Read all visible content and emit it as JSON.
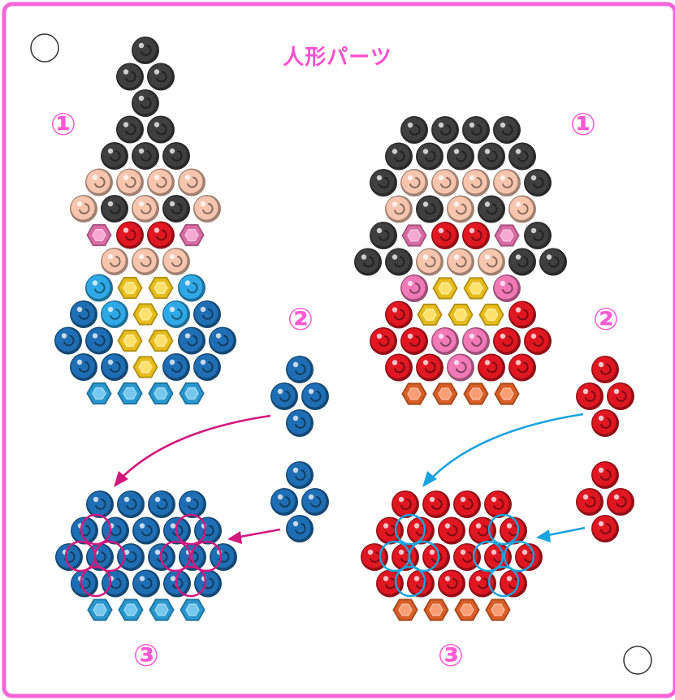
{
  "title": "人形パーツ",
  "step_labels": [
    "①",
    "②",
    "③"
  ],
  "colors": {
    "frame": "#f764d9",
    "label_pink": "#ff5ad3",
    "black_bead": "#3f3f3f",
    "skin_bead": "#f6c5ad",
    "red_bead": "#e01722",
    "pink_bead": "#f079b6",
    "light_blue_bead": "#2ea9e6",
    "blue_bead": "#1f6eb3",
    "yellow_bead": "#ffd21e",
    "orange_bead": "#f26a2a",
    "arrow_magenta": "#d2177d",
    "arrow_blue": "#1aa4df"
  },
  "bead_legend": {
    "K": "black round bead",
    "S": "skin round bead",
    "R": "red round bead",
    "P": "pink round bead",
    "L": "light blue round bead",
    "B": "blue round bead",
    "PH": "pink hexagon bead",
    "YH": "yellow hexagon bead",
    "LH": "light blue hexagon bead",
    "OH": "orange hexagon bead"
  },
  "left_figure": {
    "step1_rows": [
      [
        "K"
      ],
      [
        "K",
        "K"
      ],
      [
        "K"
      ],
      [
        "K",
        "K"
      ],
      [
        "K",
        "K",
        "K"
      ],
      [
        "S",
        "S",
        "S",
        "S"
      ],
      [
        "S",
        "K",
        "S",
        "K",
        "S"
      ],
      [
        "PH",
        "R",
        "R",
        "PH"
      ],
      [
        "S",
        "S",
        "S"
      ],
      [
        "L",
        "YH",
        "YH",
        "L"
      ],
      [
        "B",
        "L",
        "YH",
        "L",
        "B"
      ],
      [
        "B",
        "B",
        "YH",
        "YH",
        "B",
        "B"
      ],
      [
        "B",
        "B",
        "YH",
        "B",
        "B"
      ],
      [
        "LH",
        "LH",
        "LH",
        "LH"
      ]
    ],
    "step2_cluster": [
      "B",
      "B",
      "B",
      "B"
    ],
    "step3_rows": [
      [
        "B",
        "B",
        "B",
        "B"
      ],
      [
        "B",
        "B",
        "B",
        "B",
        "B"
      ],
      [
        "B",
        "B",
        "B",
        "B",
        "B",
        "B"
      ],
      [
        "B",
        "B",
        "B",
        "B",
        "B"
      ],
      [
        "LH",
        "LH",
        "LH",
        "LH"
      ]
    ]
  },
  "right_figure": {
    "step1_rows": [
      [
        "K",
        "K",
        "K",
        "K"
      ],
      [
        "K",
        "K",
        "K",
        "K",
        "K"
      ],
      [
        "K",
        "S",
        "S",
        "S",
        "S",
        "K"
      ],
      [
        "S",
        "K",
        "S",
        "K",
        "S"
      ],
      [
        "K",
        "PH",
        "R",
        "R",
        "PH",
        "K"
      ],
      [
        "K",
        "K",
        "S",
        "S",
        "S",
        "K",
        "K"
      ],
      [
        "P",
        "YH",
        "YH",
        "P"
      ],
      [
        "R",
        "YH",
        "YH",
        "YH",
        "R"
      ],
      [
        "R",
        "R",
        "P",
        "P",
        "R",
        "R"
      ],
      [
        "R",
        "R",
        "P",
        "R",
        "R"
      ],
      [
        "OH",
        "OH",
        "OH",
        "OH"
      ]
    ],
    "step2_cluster": [
      "R",
      "R",
      "R",
      "R"
    ],
    "step3_rows": [
      [
        "R",
        "R",
        "R",
        "R"
      ],
      [
        "R",
        "R",
        "R",
        "R",
        "R"
      ],
      [
        "R",
        "R",
        "R",
        "R",
        "R",
        "R"
      ],
      [
        "R",
        "R",
        "R",
        "R",
        "R"
      ],
      [
        "OH",
        "OH",
        "OH",
        "OH"
      ]
    ]
  }
}
